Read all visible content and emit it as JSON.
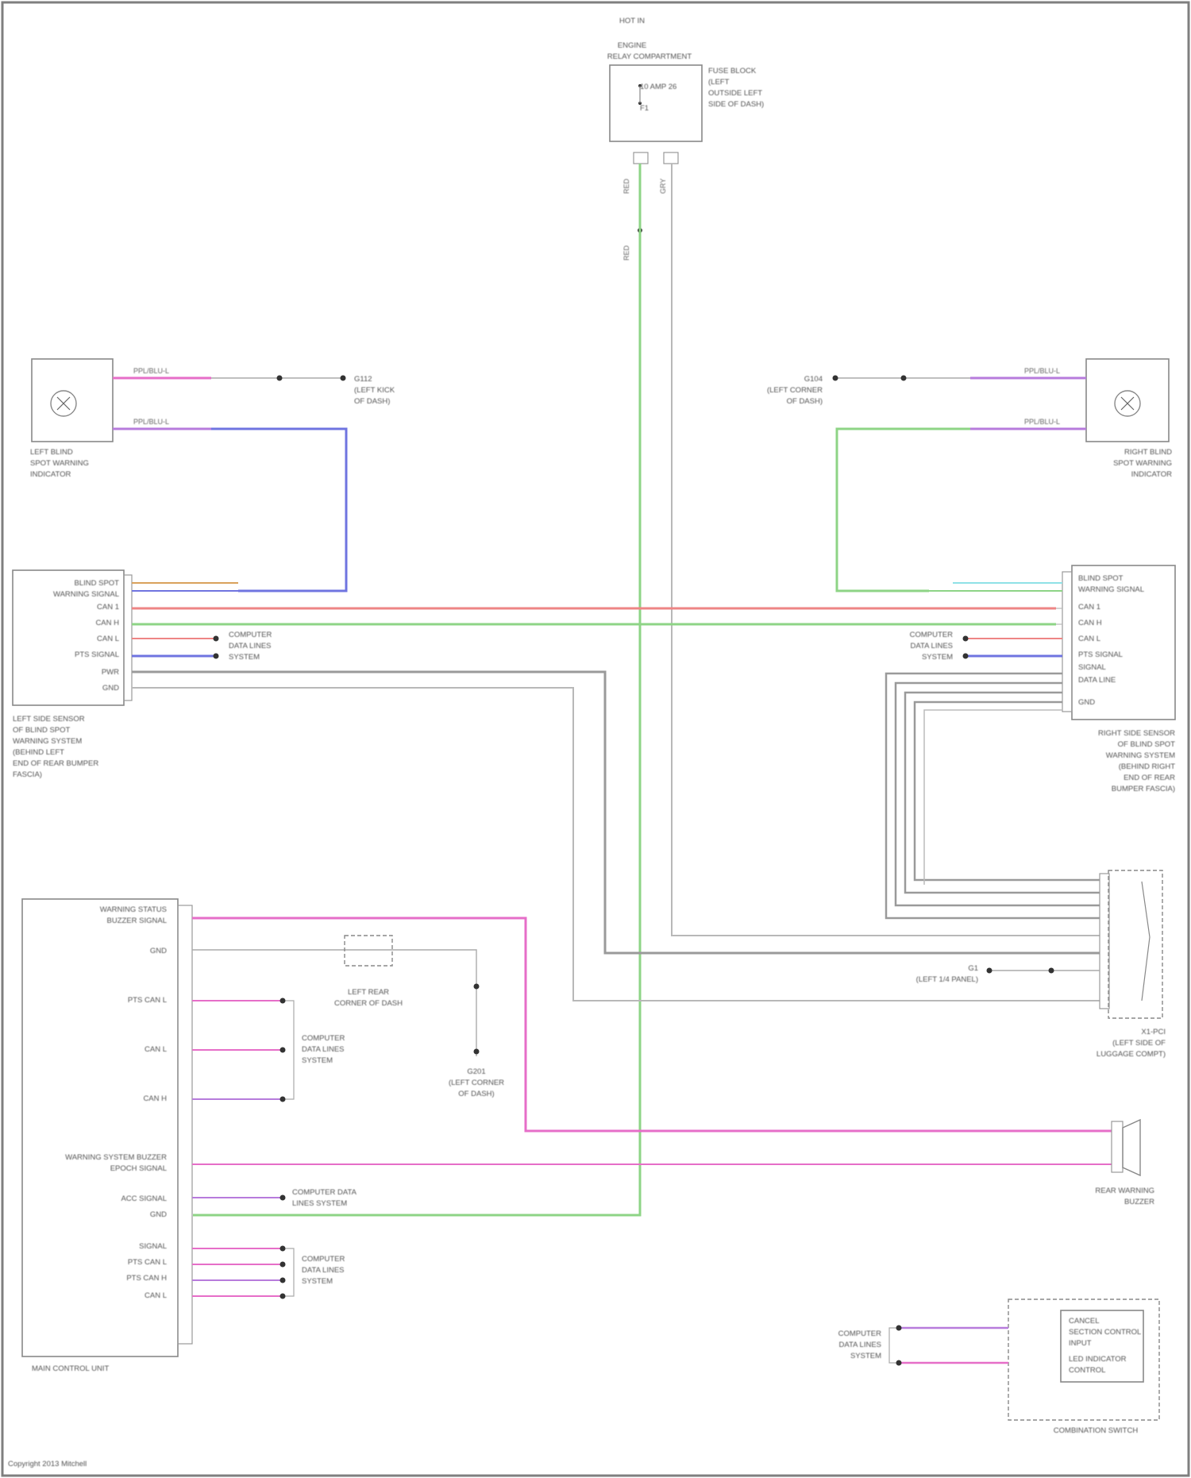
{
  "colors": {
    "border": "#7f7f7f",
    "pink": "#e66ec8",
    "violet": "#b77bdc",
    "blue": "#6f74e0",
    "red": "#ee8585",
    "green": "#8ed486",
    "gray": "#9a9a9a",
    "cyan": "#8fe1e6",
    "orange": "#d9a25c"
  },
  "top": {
    "header": "HOT IN",
    "junction_label": [
      "ENGINE",
      "RELAY COMPARTMENT"
    ],
    "fuse_label": [
      "FUSE BLOCK",
      "(LEFT",
      "OUTSIDE LEFT",
      "SIDE OF DASH)"
    ],
    "fuse_inner": "10 AMP 26",
    "fuse_inner2": "F1",
    "wire_a": "RED",
    "wire_b": "GRY",
    "wire_c": "RED"
  },
  "left_sensor": {
    "label": [
      "LEFT BLIND",
      "SPOT WARNING",
      "INDICATOR"
    ],
    "wire1": "PPL/BLU-L",
    "wire2": "PPL/BLU-L",
    "ground_ref": [
      "G112",
      "(LEFT KICK",
      "OF DASH)"
    ]
  },
  "right_sensor": {
    "label": [
      "RIGHT BLIND",
      "SPOT WARNING",
      "INDICATOR"
    ],
    "wire1": "PPL/BLU-L",
    "wire2": "PPL/BLU-L",
    "ground_ref": [
      "G104",
      "(LEFT CORNER",
      "OF DASH)"
    ]
  },
  "left_module": {
    "pins": [
      "BLIND SPOT",
      "WARNING SIGNAL",
      "CAN 1",
      "CAN H",
      "CAN L",
      "PTS SIGNAL",
      "PWR",
      "GND"
    ],
    "label": [
      "LEFT SIDE SENSOR",
      "OF BLIND SPOT",
      "WARNING SYSTEM",
      "(BEHIND LEFT",
      "END OF REAR BUMPER",
      "FASCIA)"
    ],
    "splice_ref": [
      "COMPUTER",
      "DATA LINES",
      "SYSTEM"
    ]
  },
  "right_module": {
    "pins": [
      "BLIND SPOT",
      "WARNING SIGNAL",
      "CAN 1",
      "CAN H",
      "CAN L",
      "PTS SIGNAL",
      "SIGNAL",
      "DATA LINE",
      "GND"
    ],
    "label": [
      "RIGHT SIDE SENSOR",
      "OF BLIND SPOT",
      "WARNING SYSTEM",
      "(BEHIND RIGHT",
      "END OF REAR",
      "BUMPER FASCIA)"
    ],
    "splice_ref": [
      "COMPUTER",
      "DATA LINES",
      "SYSTEM"
    ]
  },
  "connector": {
    "label": [
      "X1-PCI",
      "(LEFT SIDE OF",
      "LUGGAGE COMPT)"
    ],
    "ground_ref": [
      "G1",
      "(LEFT 1/4 PANEL)"
    ]
  },
  "main_unit": {
    "title": "MAIN CONTROL UNIT",
    "pins": [
      "WARNING STATUS",
      "BUZZER SIGNAL",
      "GND",
      "PTS CAN L",
      "CAN L",
      "CAN H",
      "WARNING SYSTEM BUZZER",
      "EPOCH SIGNAL",
      "ACC SIGNAL",
      "GND",
      "SIGNAL",
      "PTS CAN L",
      "PTS CAN H",
      "CAN L"
    ],
    "connector_ref": [
      "LEFT REAR",
      "CORNER OF DASH"
    ],
    "ground_ref": [
      "G201",
      "(LEFT CORNER",
      "OF DASH)"
    ],
    "data_ref": [
      "COMPUTER",
      "DATA LINES",
      "SYSTEM"
    ],
    "data_ref2": [
      "COMPUTER DATA",
      "LINES SYSTEM"
    ],
    "data_ref3": [
      "COMPUTER",
      "DATA LINES",
      "SYSTEM"
    ]
  },
  "buzzer": {
    "label": [
      "REAR WARNING",
      "BUZZER"
    ]
  },
  "combi_switch": {
    "label": "COMBINATION SWITCH",
    "inner": [
      "CANCEL",
      "SECTION CONTROL",
      "INPUT",
      "LED INDICATOR",
      "CONTROL"
    ],
    "ref": [
      "COMPUTER",
      "DATA LINES",
      "SYSTEM"
    ]
  },
  "footer": "Copyright 2013 Mitchell"
}
